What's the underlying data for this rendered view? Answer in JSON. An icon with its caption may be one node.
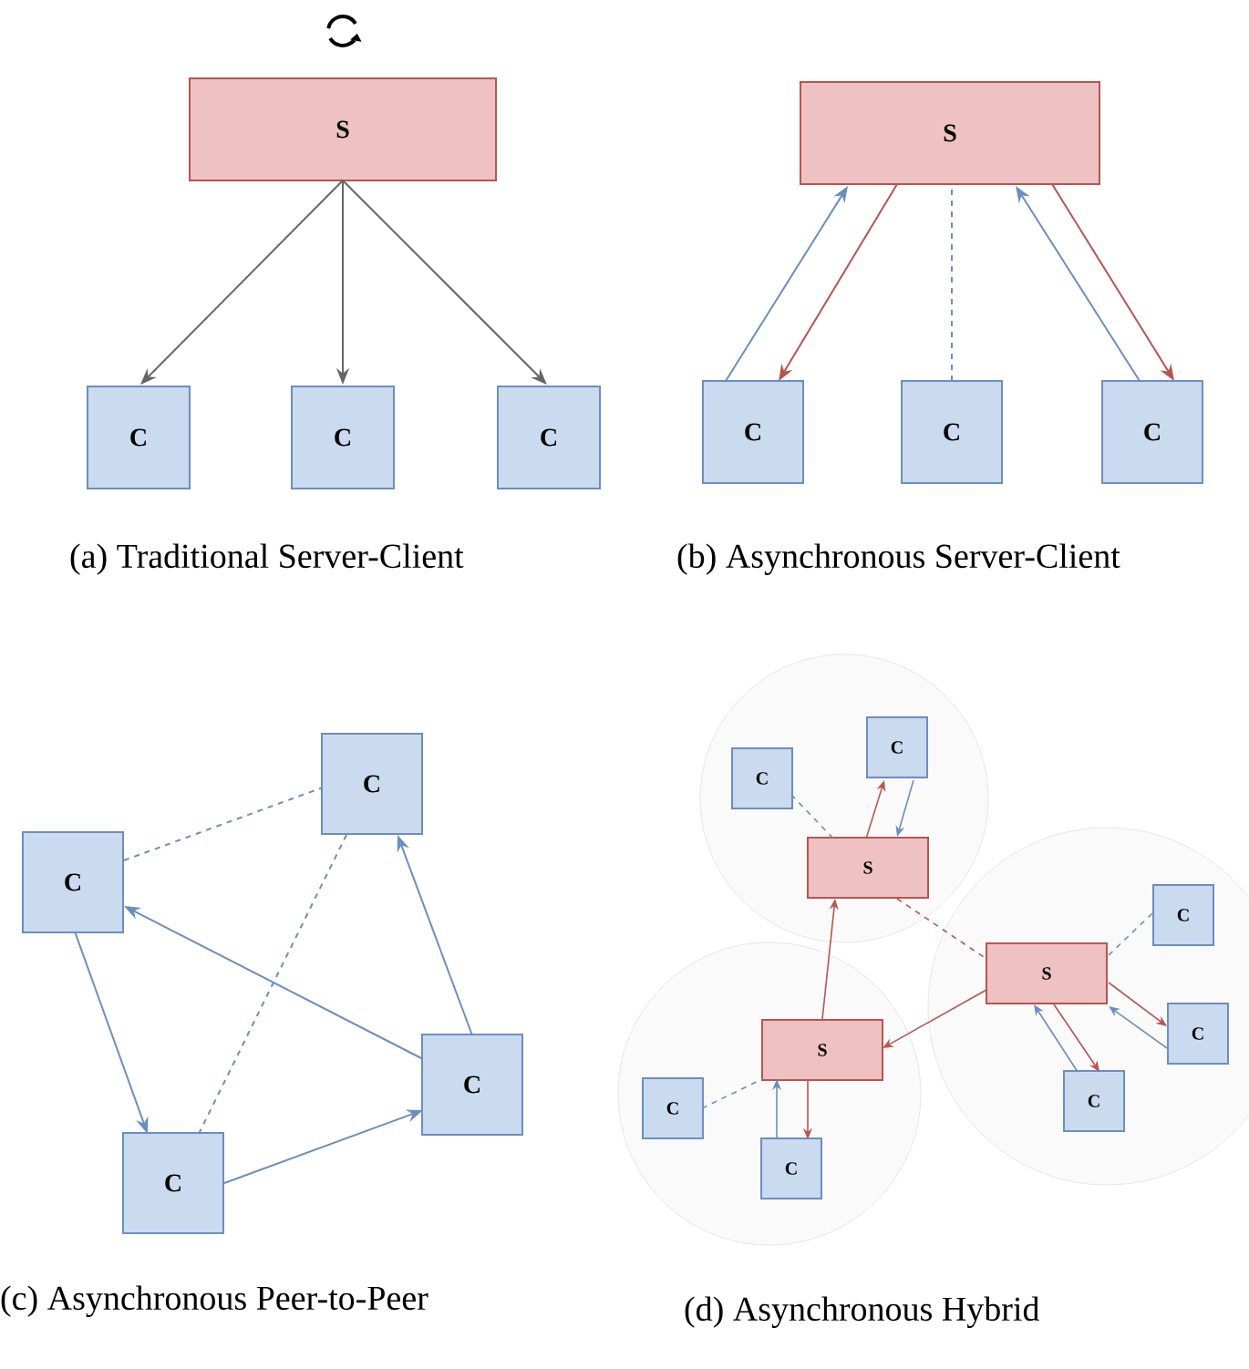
{
  "diagram": {
    "nodes": [
      {
        "text": [
          "S"
        ]
      },
      {
        "text": [
          "C"
        ]
      },
      {
        "text": [
          "C"
        ]
      },
      {
        "text": [
          "C"
        ]
      },
      {
        "text": [
          "S"
        ]
      },
      {
        "text": [
          "C"
        ]
      },
      {
        "text": [
          "C"
        ]
      },
      {
        "text": [
          "C"
        ]
      },
      {
        "text": [
          "C"
        ]
      },
      {
        "text": [
          "C"
        ]
      },
      {
        "text": [
          "C"
        ]
      },
      {
        "text": [
          "C"
        ]
      },
      {
        "text": [],
        "shape": "circle"
      },
      {
        "text": [
          "C"
        ],
        "in": 12
      },
      {
        "text": [
          "C"
        ],
        "in": 12
      },
      {
        "text": [
          "S"
        ],
        "in": 12
      },
      {
        "text": [],
        "shape": "circle"
      },
      {
        "text": [
          "S"
        ],
        "in": 16
      },
      {
        "text": [
          "C"
        ],
        "in": 16
      },
      {
        "text": [
          "C"
        ],
        "in": 16
      },
      {
        "text": [
          "C"
        ],
        "in": 16
      },
      {
        "text": [],
        "shape": "circle"
      },
      {
        "text": [
          "S"
        ],
        "in": 21
      },
      {
        "text": [
          "C"
        ],
        "in": 21
      },
      {
        "text": [
          "C"
        ],
        "in": 21
      }
    ],
    "edges": [
      {
        "from": 0,
        "to": 1,
        "arrow": "to",
        "color": "#666666"
      },
      {
        "from": 0,
        "to": 2,
        "arrow": "to",
        "color": "#666666"
      },
      {
        "from": 0,
        "to": 3,
        "arrow": "to",
        "color": "#666666"
      },
      {
        "from": 5,
        "to": 4,
        "arrow": "to"
      },
      {
        "from": 4,
        "to": 5,
        "arrow": "to",
        "color": "#b85450"
      },
      {
        "from": 6,
        "to": 4,
        "arrow": "none",
        "style": "dashed"
      },
      {
        "from": 7,
        "to": 4,
        "arrow": "to"
      },
      {
        "from": 4,
        "to": 7,
        "arrow": "to",
        "color": "#b85450"
      },
      {
        "from": 9,
        "to": 8,
        "arrow": "none",
        "style": "dashed"
      },
      {
        "from": 8,
        "to": 11,
        "arrow": "none",
        "style": "dashed"
      },
      {
        "from": 9,
        "to": 11,
        "arrow": "to"
      },
      {
        "from": 11,
        "to": 10,
        "arrow": "to"
      },
      {
        "from": 10,
        "to": 9,
        "arrow": "to"
      },
      {
        "from": 10,
        "to": 8,
        "arrow": "to"
      },
      {
        "from": 13,
        "to": 15,
        "arrow": "none",
        "style": "dashed"
      },
      {
        "from": 15,
        "to": 14,
        "arrow": "to",
        "color": "#b85450"
      },
      {
        "from": 14,
        "to": 15,
        "arrow": "to"
      },
      {
        "from": 15,
        "to": 17,
        "arrow": "none",
        "style": "dashed",
        "color": "#b85450"
      },
      {
        "from": 17,
        "to": 18,
        "arrow": "none",
        "style": "dashed"
      },
      {
        "from": 17,
        "to": 19,
        "arrow": "to",
        "color": "#b85450"
      },
      {
        "from": 19,
        "to": 17,
        "arrow": "to"
      },
      {
        "from": 17,
        "to": 20,
        "arrow": "to",
        "color": "#b85450"
      },
      {
        "from": 20,
        "to": 17,
        "arrow": "to"
      },
      {
        "from": 17,
        "to": 22,
        "arrow": "to",
        "color": "#b85450"
      },
      {
        "from": 22,
        "to": 15,
        "arrow": "to",
        "color": "#b85450"
      },
      {
        "from": 23,
        "to": 22,
        "arrow": "none",
        "style": "dashed"
      },
      {
        "from": 24,
        "to": 22,
        "arrow": "to"
      },
      {
        "from": 22,
        "to": 24,
        "arrow": "to",
        "color": "#b85450"
      }
    ],
    "labels": [
      "(a) Traditional Server-Client",
      "(b) Asynchronous Server-Client",
      "(c) Asynchronous Peer-to-Peer",
      "(d) Asynchronous Hybrid"
    ]
  }
}
